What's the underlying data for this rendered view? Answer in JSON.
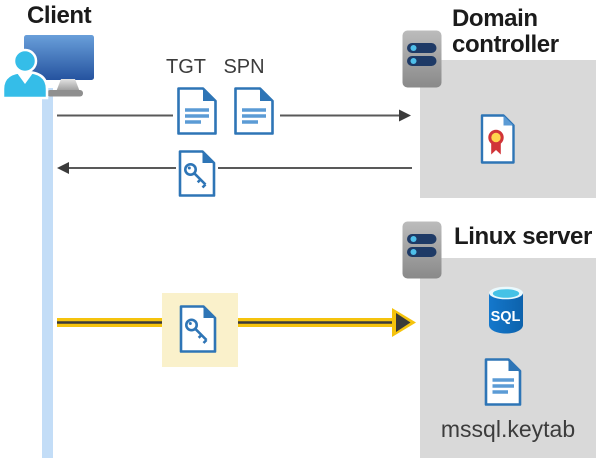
{
  "client": {
    "label": "Client"
  },
  "tickets": {
    "tgt": "TGT",
    "spn": "SPN"
  },
  "domain_controller": {
    "label": "Domain controller"
  },
  "linux_server": {
    "label": "Linux server",
    "sql_badge": "SQL",
    "keytab": "mssql.keytab"
  },
  "icons": {
    "client": "user-at-computer-icon",
    "domain_controller": "server-icon",
    "linux_server": "server-icon",
    "tgt": "document-icon",
    "spn": "document-icon",
    "ticket_response": "key-document-icon",
    "service_ticket": "key-document-icon",
    "certificate": "certificate-icon",
    "database": "sql-database-icon",
    "keytab_file": "document-icon"
  },
  "colors": {
    "accent_blue": "#2E75B6",
    "doc_line_blue": "#5B9BD5",
    "person_cyan": "#35BDE8",
    "client_track": "#C3DDF7",
    "box_gray": "#D9D9D9",
    "arrow_gray": "#595959",
    "highlight_yellow": "#F5C30D",
    "highlight_cream": "#FAF1CB",
    "sql_blue": "#1173C4",
    "sql_top_cyan": "#45C2E6",
    "cert_red": "#D13438",
    "cert_gold": "#FFD34D",
    "server_pill_navy": "#1E3A66",
    "server_dot_blue": "#4FBFEA"
  }
}
